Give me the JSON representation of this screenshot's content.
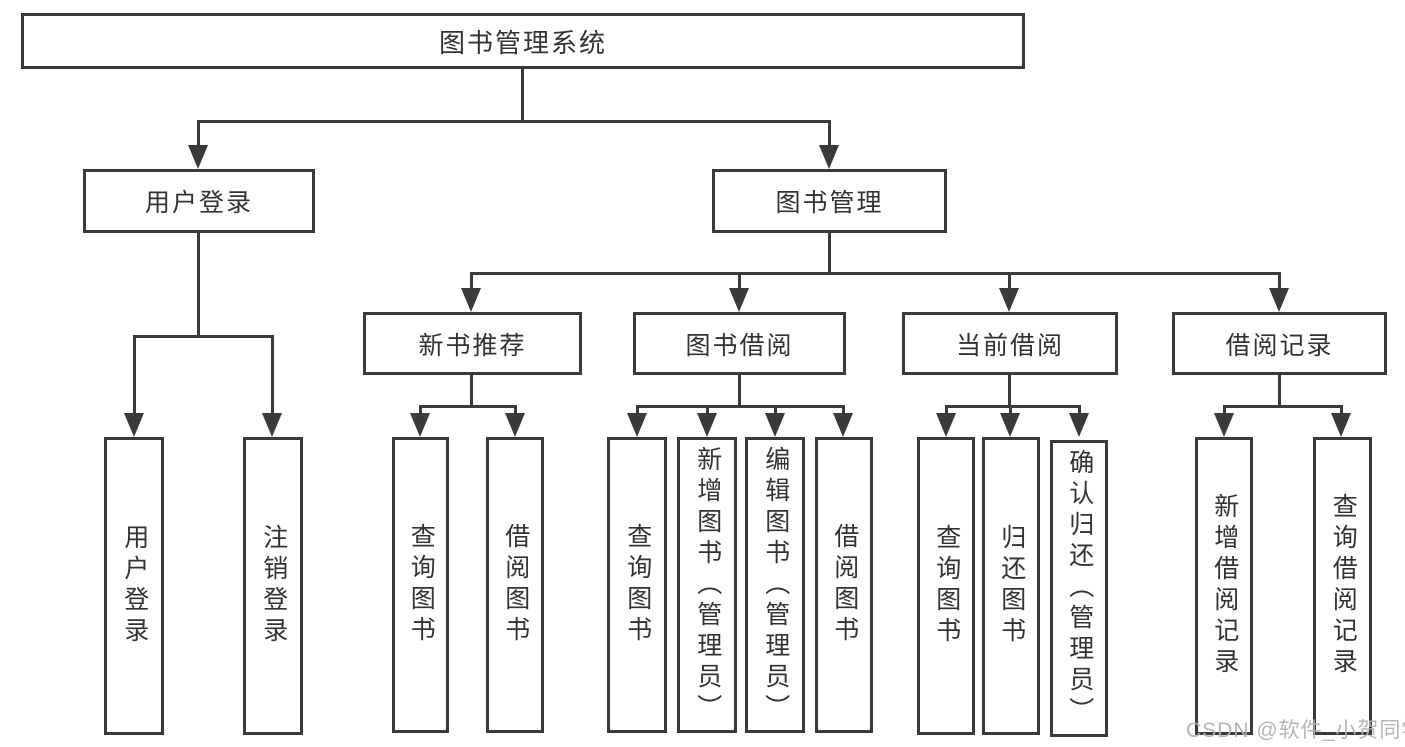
{
  "diagram": {
    "root": {
      "label": "图书管理系统"
    },
    "level2": [
      {
        "label": "用户登录"
      },
      {
        "label": "图书管理"
      }
    ],
    "level3": [
      {
        "label": "新书推荐"
      },
      {
        "label": "图书借阅"
      },
      {
        "label": "当前借阅"
      },
      {
        "label": "借阅记录"
      }
    ],
    "leaves": {
      "login": [
        {
          "label": "用户登录"
        },
        {
          "label": "注销登录"
        }
      ],
      "recommend": [
        {
          "label": "查询图书"
        },
        {
          "label": "借阅图书"
        }
      ],
      "borrow": [
        {
          "label": "查询图书"
        },
        {
          "label": "新增图书（管理员）"
        },
        {
          "label": "编辑图书（管理员）"
        },
        {
          "label": "借阅图书"
        }
      ],
      "current": [
        {
          "label": "查询图书"
        },
        {
          "label": "归还图书"
        },
        {
          "label": "确认归还（管理员）"
        }
      ],
      "records": [
        {
          "label": "新增借阅记录"
        },
        {
          "label": "查询借阅记录"
        }
      ]
    },
    "watermark": "CSDN @软件_小贺同学",
    "colors": {
      "line": "#3a3a3a",
      "text": "#333333",
      "watermark": "#b2b2b2",
      "background": "#ffffff"
    }
  }
}
